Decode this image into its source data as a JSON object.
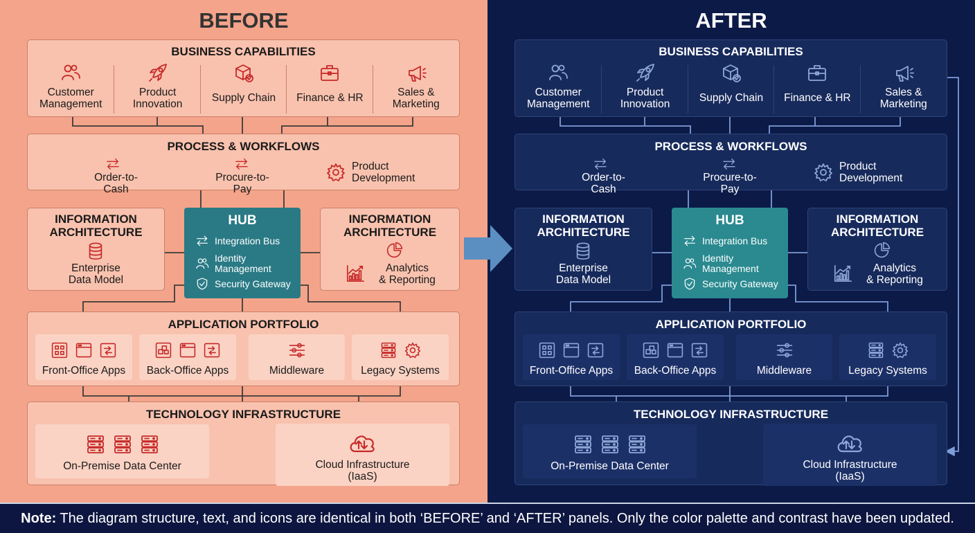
{
  "panels": {
    "before": {
      "title": "BEFORE"
    },
    "after": {
      "title": "AFTER"
    }
  },
  "sections": {
    "capabilities": "BUSINESS CAPABILITIES",
    "process": "PROCESS & WORKFLOWS",
    "info": "INFORMATION\nARCHITECTURE",
    "hub": "HUB",
    "apps": "APPLICATION PORTFOLIO",
    "infra": "TECHNOLOGY INFRASTRUCTURE"
  },
  "capabilities": [
    {
      "label": "Customer\nManagement",
      "icon": "users-icon"
    },
    {
      "label": "Product\nInnovation",
      "icon": "rocket-icon"
    },
    {
      "label": "Supply Chain",
      "icon": "package-icon"
    },
    {
      "label": "Finance & HR",
      "icon": "briefcase-icon"
    },
    {
      "label": "Sales &\nMarketing",
      "icon": "megaphone-icon"
    }
  ],
  "processes": [
    {
      "label": "Order-to-Cash",
      "icon": "exchange-icon"
    },
    {
      "label": "Procure-to-Pay",
      "icon": "exchange-icon"
    },
    {
      "label": "Product\nDevelopment",
      "icon": "cog-icon"
    }
  ],
  "hub_items": [
    {
      "label": "Integration Bus",
      "icon": "exchange-icon"
    },
    {
      "label": "Identity\nManagement",
      "icon": "users-icon"
    },
    {
      "label": "Security Gateway",
      "icon": "shield-icon"
    }
  ],
  "info_left": {
    "label": "Enterprise\nData Model",
    "icon": "database-icon"
  },
  "info_right": {
    "label": "Analytics\n& Reporting",
    "icon": "pie-chart-icon",
    "icon2": "bar-chart-icon"
  },
  "apps": [
    {
      "label": "Front-Office Apps",
      "icons": [
        "grid-icon",
        "window-icon",
        "code-icon"
      ]
    },
    {
      "label": "Back-Office Apps",
      "icons": [
        "cubes-icon",
        "window-icon",
        "code-icon"
      ]
    },
    {
      "label": "Middleware",
      "icons": [
        "sliders-icon"
      ]
    },
    {
      "label": "Legacy Systems",
      "icons": [
        "server-icon",
        "cog-icon"
      ]
    }
  ],
  "infra": [
    {
      "label": "On-Premise Data Center",
      "icon": "server-icon"
    },
    {
      "label": "Cloud Infrastructure\n(IaaS)",
      "icon": "cloud-icon"
    }
  ],
  "note": {
    "bold": "Note:",
    "text": " The diagram structure, text, and icons are identical in both ‘BEFORE’ and ‘AFTER’ panels. Only the color palette and contrast have been updated."
  },
  "colors": {
    "before_bg": "#f4a48a",
    "before_box": "#f9c2ae",
    "before_icon": "#c62828",
    "before_text": "#1a1a1a",
    "after_bg": "#0c1a47",
    "after_box": "#172a5c",
    "after_icon": "#8fa8d8",
    "after_text": "#ffffff",
    "hub": "#2a7a85",
    "after_hub": "#2a8a90",
    "arrow": "#5b8fc2",
    "note_bg": "#0d1640"
  }
}
